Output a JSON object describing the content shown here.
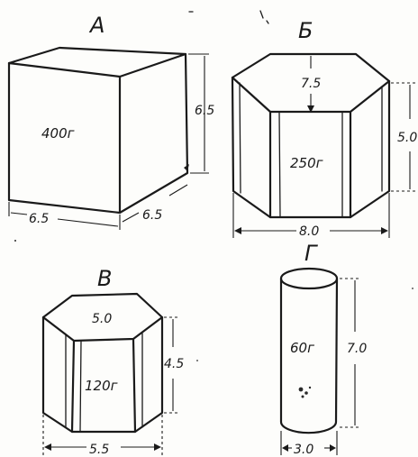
{
  "figures": {
    "a": {
      "letter": "А",
      "mass": "400г",
      "dim_height": "6.5",
      "dim_front": "6.5",
      "dim_side": "6.5"
    },
    "b": {
      "letter": "Б",
      "mass": "250г",
      "dim_top": "7.5",
      "dim_height": "5.0",
      "dim_width": "8.0"
    },
    "v": {
      "letter": "В",
      "mass": "120г",
      "dim_top": "5.0",
      "dim_height": "4.5",
      "dim_width": "5.5"
    },
    "g": {
      "letter": "Г",
      "mass": "60г",
      "dim_height": "7.0",
      "dim_width": "3.0"
    }
  }
}
